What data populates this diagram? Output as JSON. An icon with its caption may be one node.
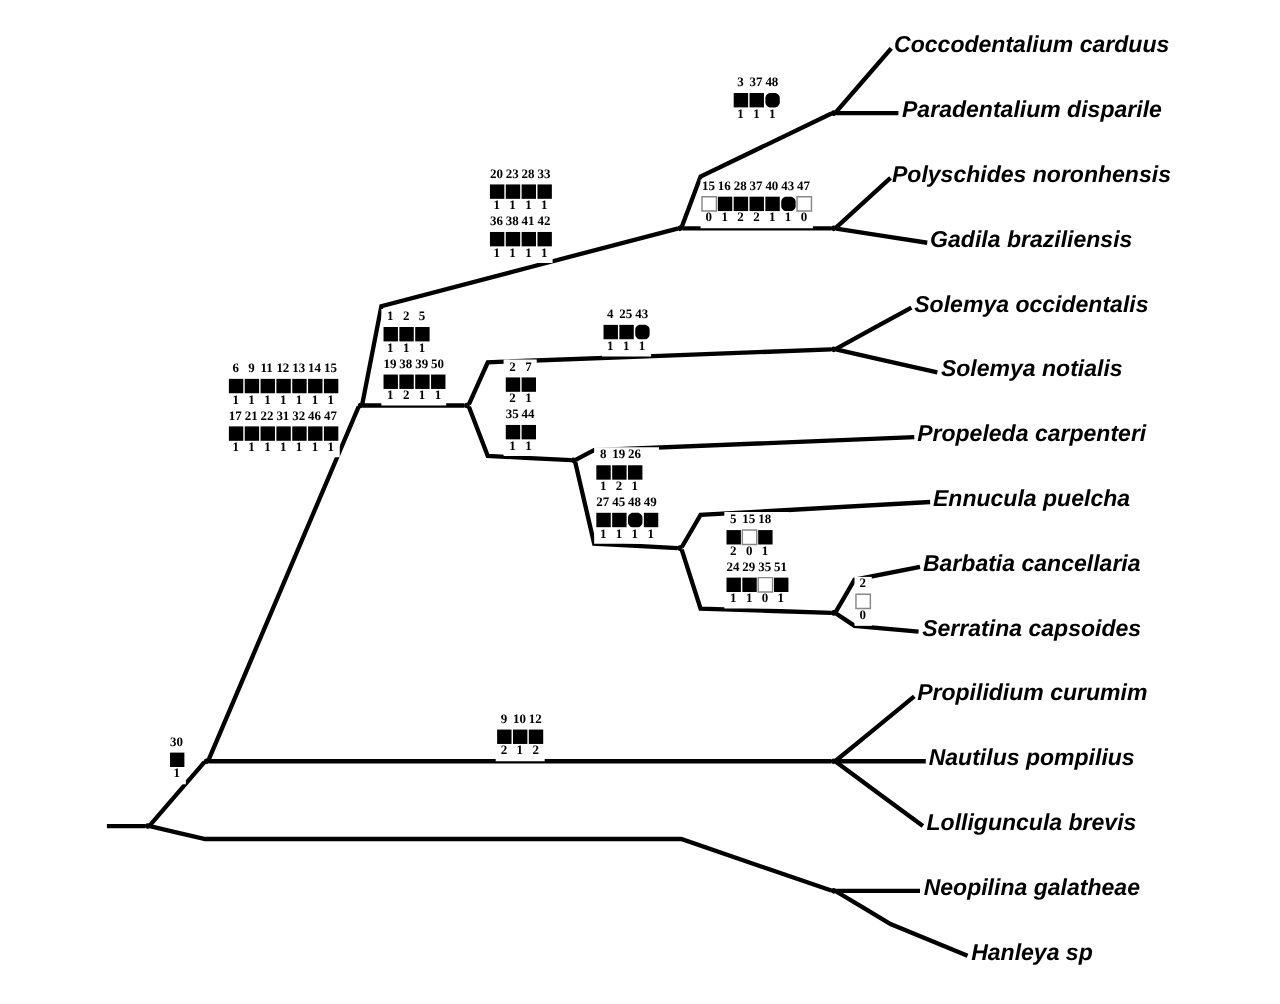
{
  "diagram": {
    "nodes": [
      {
        "text": [],
        "shape": "point"
      },
      {
        "text": [],
        "shape": "point"
      },
      {
        "text": [],
        "shape": "point"
      },
      {
        "text": [],
        "shape": "point"
      },
      {
        "text": [],
        "shape": "point"
      },
      {
        "text": [
          "Coccodentalium carduus"
        ]
      },
      {
        "text": [
          "Paradentalium disparile"
        ]
      },
      {
        "text": [],
        "shape": "point"
      },
      {
        "text": [
          "Polyschides noronhensis"
        ]
      },
      {
        "text": [
          "Gadila braziliensis"
        ]
      },
      {
        "text": [],
        "shape": "point"
      },
      {
        "text": [],
        "shape": "point"
      },
      {
        "text": [
          "Solemya occidentalis"
        ]
      },
      {
        "text": [
          "Solemya notialis"
        ]
      },
      {
        "text": [],
        "shape": "point"
      },
      {
        "text": [
          "Propeleda carpenteri"
        ]
      },
      {
        "text": [],
        "shape": "point"
      },
      {
        "text": [
          "Ennucula puelcha"
        ]
      },
      {
        "text": [],
        "shape": "point"
      },
      {
        "text": [
          "Barbatia cancellaria"
        ]
      },
      {
        "text": [
          "Serratina capsoides"
        ]
      },
      {
        "text": [],
        "shape": "point"
      },
      {
        "text": [
          "Propilidium curumim"
        ]
      },
      {
        "text": [
          "Nautilus pompilius"
        ]
      },
      {
        "text": [
          "Lolliguncula brevis"
        ]
      },
      {
        "text": [],
        "shape": "point"
      },
      {
        "text": [
          "Neopilina galatheae"
        ]
      },
      {
        "text": [
          "Hanleya sp"
        ]
      }
    ],
    "edges": [
      {
        "from": null,
        "to": 0,
        "arrow": "none"
      },
      {
        "from": 0,
        "to": 1,
        "arrow": "none",
        "label": "30 1"
      },
      {
        "from": 1,
        "to": 2,
        "arrow": "none",
        "label": "6 9 11 12 13 14 15 1 1 1 1 1 1 1 17 21 22 31 32 46 47 1 1 1 1 1 1 1"
      },
      {
        "from": 2,
        "to": 3,
        "arrow": "none",
        "label": "20 23 28 33 1 1 1 1 36 38 41 42 1 1 1 1"
      },
      {
        "from": 3,
        "to": 4,
        "arrow": "none",
        "label": "3 37 48 1 1 1"
      },
      {
        "from": 4,
        "to": 5,
        "arrow": "none"
      },
      {
        "from": 4,
        "to": 6,
        "arrow": "none"
      },
      {
        "from": 3,
        "to": 7,
        "arrow": "none",
        "label": "15 16 28 37 40 43 47 0 1 2 2 1 1 0"
      },
      {
        "from": 7,
        "to": 8,
        "arrow": "none"
      },
      {
        "from": 7,
        "to": 9,
        "arrow": "none"
      },
      {
        "from": 2,
        "to": 10,
        "arrow": "none",
        "label": "1 2 5 1 1 1 19 38 39 50 1 2 1 1"
      },
      {
        "from": 10,
        "to": 11,
        "arrow": "none",
        "label": "4 25 43 1 1 1"
      },
      {
        "from": 11,
        "to": 12,
        "arrow": "none"
      },
      {
        "from": 11,
        "to": 13,
        "arrow": "none"
      },
      {
        "from": 10,
        "to": 14,
        "arrow": "none",
        "label": "2 7 2 1 35 44 1 1"
      },
      {
        "from": 14,
        "to": 15,
        "arrow": "none"
      },
      {
        "from": 14,
        "to": 16,
        "arrow": "none",
        "label": "8 19 26 1 2 1 27 45 48 49 1 1 1 1"
      },
      {
        "from": 16,
        "to": 17,
        "arrow": "none"
      },
      {
        "from": 16,
        "to": 18,
        "arrow": "none",
        "label": "5 15 18 2 0 1 24 29 35 51 1 1 0 1"
      },
      {
        "from": 18,
        "to": 19,
        "arrow": "none"
      },
      {
        "from": 18,
        "to": 20,
        "arrow": "none",
        "label": "2 0"
      },
      {
        "from": 1,
        "to": 21,
        "arrow": "none",
        "label": "9 10 12 2 1 2"
      },
      {
        "from": 21,
        "to": 22,
        "arrow": "none"
      },
      {
        "from": 21,
        "to": 23,
        "arrow": "none"
      },
      {
        "from": 21,
        "to": 24,
        "arrow": "none"
      },
      {
        "from": 0,
        "to": 25,
        "arrow": "none"
      },
      {
        "from": 25,
        "to": 26,
        "arrow": "none"
      },
      {
        "from": 25,
        "to": 27,
        "arrow": "none"
      }
    ]
  }
}
